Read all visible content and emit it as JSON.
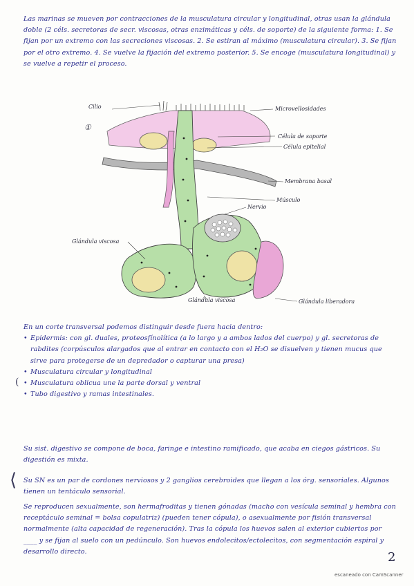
{
  "paragraph_top": "Las marinas se mueven por contracciones de la musculatura circular y longitudinal, otras usan la glándula doble (2 céls. secretoras de secr. viscosas, otras enzimáticas y céls. de soporte) de la siguiente forma: 1. Se fijan por un extremo con las secreciones viscosas. 2. Se estiran al máximo (musculatura circular). 3. Se fijan por el otro extremo. 4. Se vuelve la fijación del extremo posterior. 5. Se encoge (musculatura longitudinal) y se vuelve a repetir el proceso.",
  "diagram": {
    "labels": {
      "cilio": "Cilio",
      "number": "①",
      "microvellosidades": "Microvellosidades",
      "celula_soporte": "Célula de soporte",
      "celula_epitelial": "Célula epitelial",
      "membrana_basal": "Membrana basal",
      "musculo": "Músculo",
      "nervio": "Nervio",
      "glandula_viscosa_left": "Glándula viscosa",
      "glandula_viscosa_bottom": "Glándula viscosa",
      "glandula_liberadora": "Glándula liberadora"
    }
  },
  "intro_cross_section": "En un corte transversal podemos distinguir desde fuera hacia dentro:",
  "bullets": [
    "Epidermis: con gl. duales, proteosfínolítica (a lo largo y a ambos lados del cuerpo) y gl. secretoras de rabdites (corpúsculos alargados que al entrar en contacto con el H₂O se disuelven y tienen mucus que sirve para protegerse de un depredador o capturar una presa)",
    "Musculatura circular y longitudinal",
    "Musculatura oblicua une la parte dorsal y ventral",
    "Tubo digestivo y ramas intestinales."
  ],
  "paragraph_digestive": "Su sist. digestivo se compone de boca, faringe e intestino ramificado, que acaba en ciegos gástricos. Su digestión es mixta.",
  "paragraph_nervous": "Su SN es un par de cordones nerviosos y 2 ganglios cerebroides que llegan a los órg. sensoriales. Algunos tienen un tentáculo sensorial.",
  "paragraph_reproduction": "Se reproducen sexualmente, son hermafroditas y tienen gónadas (macho con vesícula seminal y hembra con receptáculo seminal = bolsa copulatriz) (pueden tener cópula), o asexualmente por fisión transversal normalmente (alta capacidad de regeneración). Tras la cópula los huevos salen al exterior cubiertos por ____ y se fijan al suelo con un pedúnculo. Son huevos endolecitos/ectolecitos, con segmentación espiral y desarrollo directo.",
  "page_number": "2",
  "footer_scanner": "escaneado con CamScanner",
  "colors": {
    "ink_blue": "#2d2f8f",
    "cell_green": "#9fd09a",
    "gland_pink": "#e9a7d6",
    "gland_yellow": "#efe3a6",
    "basal_gray": "#a9a9a9"
  }
}
